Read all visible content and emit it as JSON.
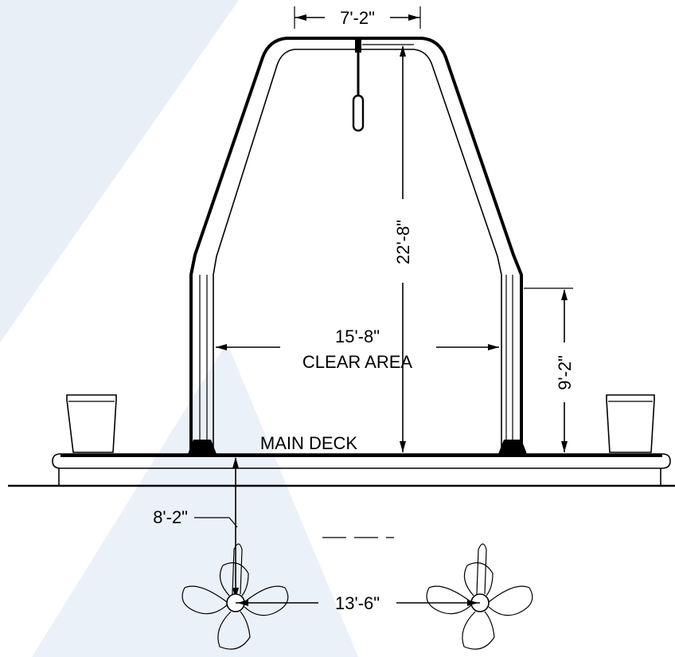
{
  "drawing": {
    "colors": {
      "stroke": "#000000",
      "background": "#ffffff",
      "watermark": "#e7eef6"
    },
    "labels": {
      "top_width": "7'-2\"",
      "height": "22'-8\"",
      "clear_width": "15'-8\"",
      "clear_area": "CLEAR AREA",
      "leg_height": "9'-2\"",
      "main_deck": "MAIN DECK",
      "prop_depth": "8'-2\"",
      "prop_spacing": "13'-6\""
    }
  }
}
